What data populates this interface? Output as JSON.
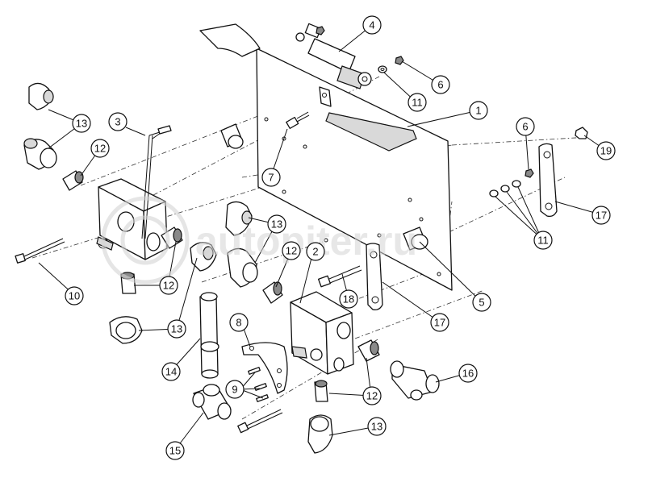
{
  "watermark": {
    "text": "autopiter.ru"
  },
  "callouts": [
    {
      "id": "c1",
      "label": "1"
    },
    {
      "id": "c2",
      "label": "2"
    },
    {
      "id": "c3",
      "label": "3"
    },
    {
      "id": "c4",
      "label": "4"
    },
    {
      "id": "c5",
      "label": "5"
    },
    {
      "id": "c6a",
      "label": "6"
    },
    {
      "id": "c6b",
      "label": "6"
    },
    {
      "id": "c7",
      "label": "7"
    },
    {
      "id": "c8",
      "label": "8"
    },
    {
      "id": "c9",
      "label": "9"
    },
    {
      "id": "c10",
      "label": "10"
    },
    {
      "id": "c11a",
      "label": "11"
    },
    {
      "id": "c11b",
      "label": "11"
    },
    {
      "id": "c12a",
      "label": "12"
    },
    {
      "id": "c12b",
      "label": "12"
    },
    {
      "id": "c12c",
      "label": "12"
    },
    {
      "id": "c12d",
      "label": "12"
    },
    {
      "id": "c13a",
      "label": "13"
    },
    {
      "id": "c13b",
      "label": "13"
    },
    {
      "id": "c13c",
      "label": "13"
    },
    {
      "id": "c13d",
      "label": "13"
    },
    {
      "id": "c14",
      "label": "14"
    },
    {
      "id": "c15",
      "label": "15"
    },
    {
      "id": "c16",
      "label": "16"
    },
    {
      "id": "c17a",
      "label": "17"
    },
    {
      "id": "c17b",
      "label": "17"
    },
    {
      "id": "c18",
      "label": "18"
    },
    {
      "id": "c19",
      "label": "19"
    }
  ]
}
